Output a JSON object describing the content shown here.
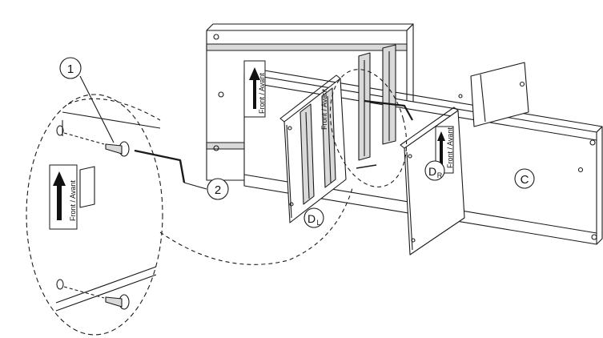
{
  "callouts": {
    "screw": "1",
    "hex_key": "2",
    "panel_c": "C",
    "panel_dl_main": "D",
    "panel_dl_sub": "L",
    "panel_dr_main": "D",
    "panel_dr_sub": "R"
  },
  "labels": {
    "front_avant": "Front / Avant"
  },
  "colors": {
    "stroke": "#1a1a1a",
    "panel_fill": "#ffffff",
    "shade": "#d9d9d9",
    "arrow": "#111111"
  }
}
